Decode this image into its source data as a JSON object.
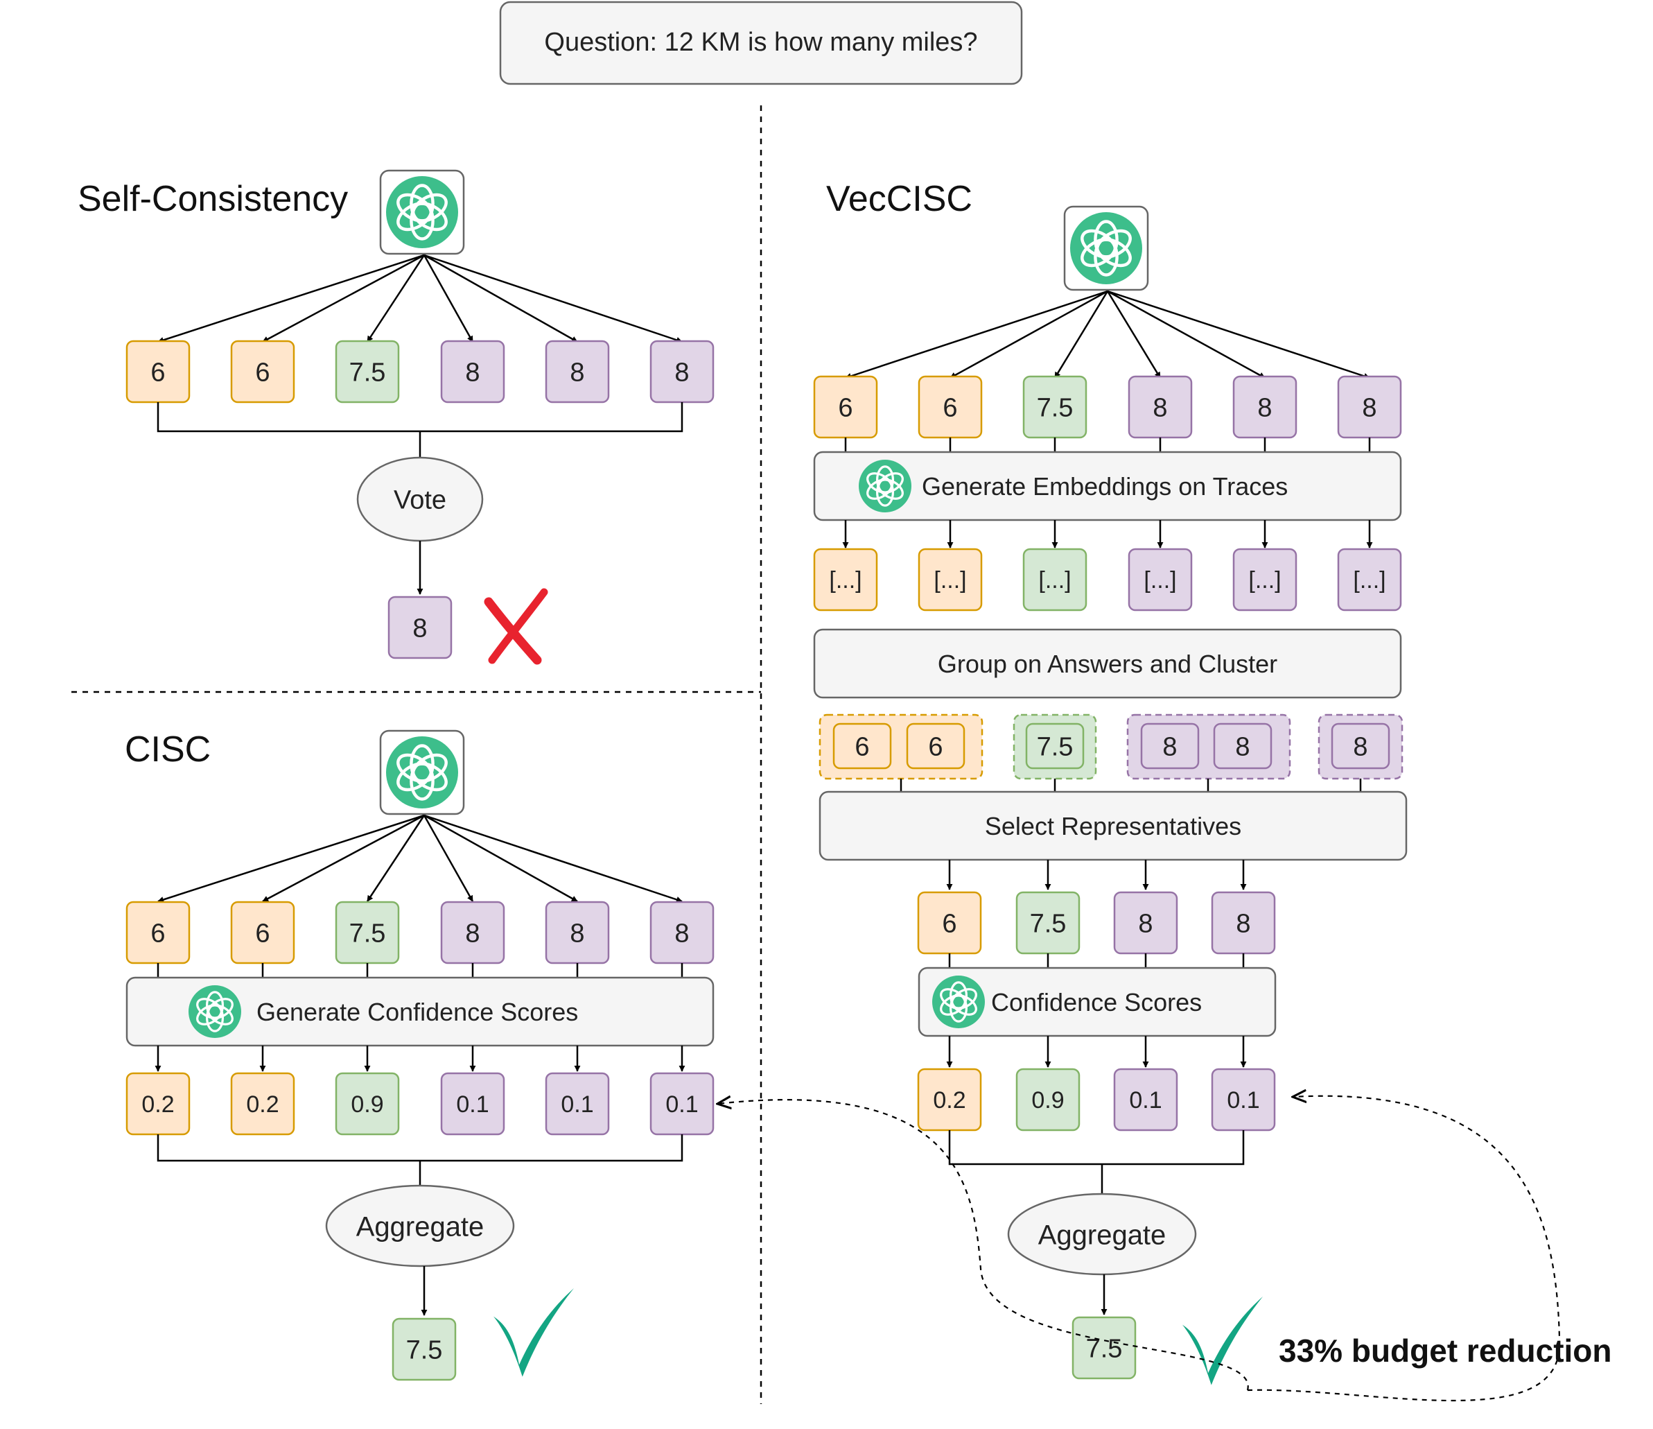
{
  "question": "Question: 12 KM is how many miles?",
  "colors": {
    "orange_fill": "#FFE6CC",
    "orange_stroke": "#D79B00",
    "green_fill": "#D5E8D4",
    "green_stroke": "#82B366",
    "purple_fill": "#E1D5E7",
    "purple_stroke": "#9673A6",
    "gray_fill": "#F5F5F5",
    "gray_stroke": "#666666",
    "logo_green": "#3DBE8B",
    "check_green": "#13A583",
    "cross_red": "#E8232E"
  },
  "self_consistency": {
    "title": "Self-Consistency",
    "answers": [
      "6",
      "6",
      "7.5",
      "8",
      "8",
      "8"
    ],
    "vote_label": "Vote",
    "result": "8",
    "result_mark": "cross"
  },
  "cisc": {
    "title": "CISC",
    "answers": [
      "6",
      "6",
      "7.5",
      "8",
      "8",
      "8"
    ],
    "step_label": "Generate Confidence Scores",
    "scores": [
      "0.2",
      "0.2",
      "0.9",
      "0.1",
      "0.1",
      "0.1"
    ],
    "aggregate_label": "Aggregate",
    "result": "7.5",
    "result_mark": "check"
  },
  "veccisc": {
    "title": "VecCISC",
    "answers": [
      "6",
      "6",
      "7.5",
      "8",
      "8",
      "8"
    ],
    "embed_label": "Generate Embeddings on Traces",
    "embeddings": [
      "[...]",
      "[...]",
      "[...]",
      "[...]",
      "[...]",
      "[...]"
    ],
    "group_label": "Group on Answers and Cluster",
    "clusters": [
      [
        "6",
        "6"
      ],
      [
        "7.5"
      ],
      [
        "8",
        "8"
      ],
      [
        "8"
      ]
    ],
    "select_label": "Select Representatives",
    "representatives": [
      "6",
      "7.5",
      "8",
      "8"
    ],
    "confidence_label": "Confidence Scores",
    "scores": [
      "0.2",
      "0.9",
      "0.1",
      "0.1"
    ],
    "aggregate_label": "Aggregate",
    "result": "7.5",
    "result_mark": "check",
    "budget_note": "33% budget reduction"
  }
}
